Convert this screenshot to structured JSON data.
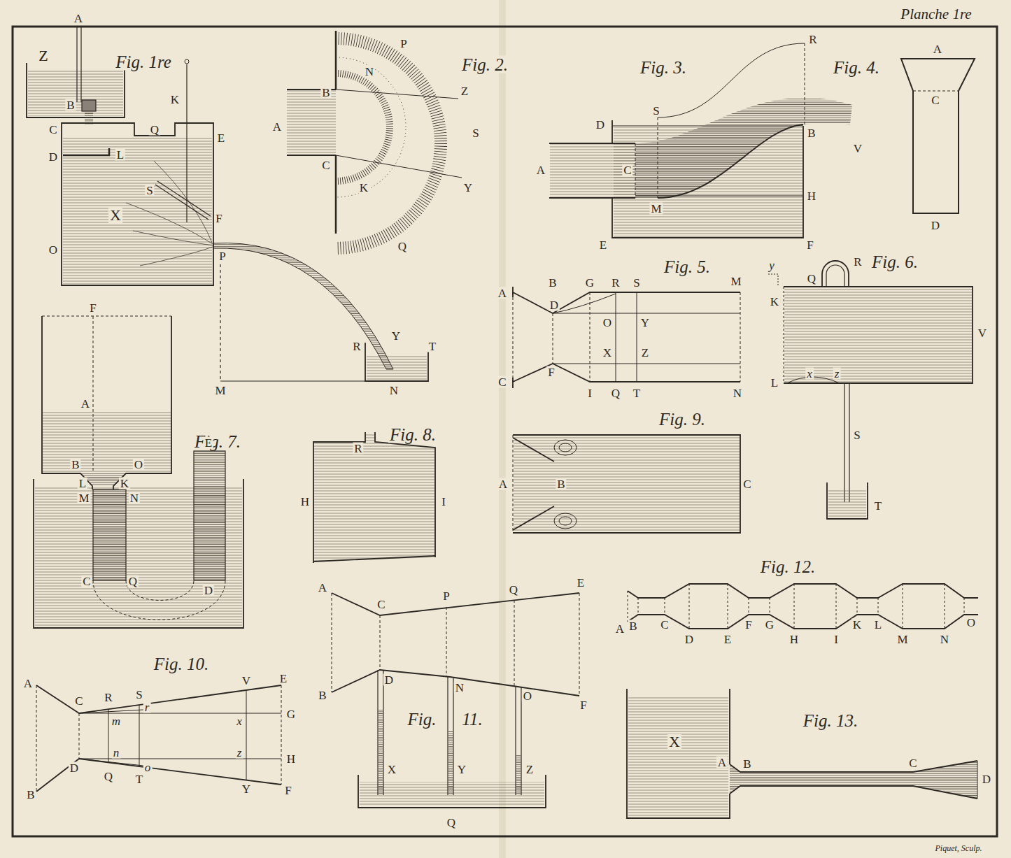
{
  "diagram": {
    "title": "Planche 1re",
    "labels": [
      "Fig. 1re",
      "A",
      "Z",
      "B",
      "K",
      "C",
      "Q",
      "E",
      "D",
      "L",
      "X",
      "S",
      "F",
      "O",
      "P",
      "R",
      "Y",
      "T",
      "M",
      "N",
      "Fig. 2.",
      "P",
      "N",
      "Z",
      "B",
      "A",
      "S",
      "C",
      "K",
      "Y",
      "Q",
      "Fig. 3.",
      "R",
      "D",
      "S",
      "B",
      "V",
      "A",
      "C",
      "M",
      "H",
      "E",
      "F",
      "Fig. 4.",
      "A",
      "C",
      "D",
      "Fig. 5.",
      "A",
      "B",
      "G",
      "R",
      "S",
      "M",
      "D",
      "O",
      "Y",
      "X",
      "Z",
      "C",
      "F",
      "I",
      "Q",
      "T",
      "N",
      "Fig. 6.",
      "y",
      "Q",
      "R",
      "K",
      "V",
      "L",
      "x",
      "z",
      "S",
      "T",
      "Fig. 7.",
      "F",
      "A",
      "B",
      "O",
      "L",
      "K",
      "M",
      "N",
      "E",
      "C",
      "Q",
      "D",
      "Fig. 8.",
      "R",
      "H",
      "I",
      "Fig. 9.",
      "A",
      "B",
      "C",
      "Fig. 10.",
      "A",
      "C",
      "R",
      "S",
      "V",
      "E",
      "m",
      "r",
      "x",
      "G",
      "n",
      "z",
      "H",
      "D",
      "Q",
      "T",
      "o",
      "B",
      "Y",
      "F",
      "Fig.",
      "11.",
      "A",
      "C",
      "P",
      "Q",
      "E",
      "B",
      "D",
      "N",
      "O",
      "F",
      "X",
      "Y",
      "Z",
      "Q",
      "Fig. 12.",
      "A",
      "B",
      "C",
      "D",
      "E",
      "F",
      "G",
      "H",
      "I",
      "K",
      "L",
      "M",
      "N",
      "O",
      "Fig. 13.",
      "X",
      "A",
      "B",
      "C",
      "D",
      "Piquet, Sculp."
    ]
  }
}
